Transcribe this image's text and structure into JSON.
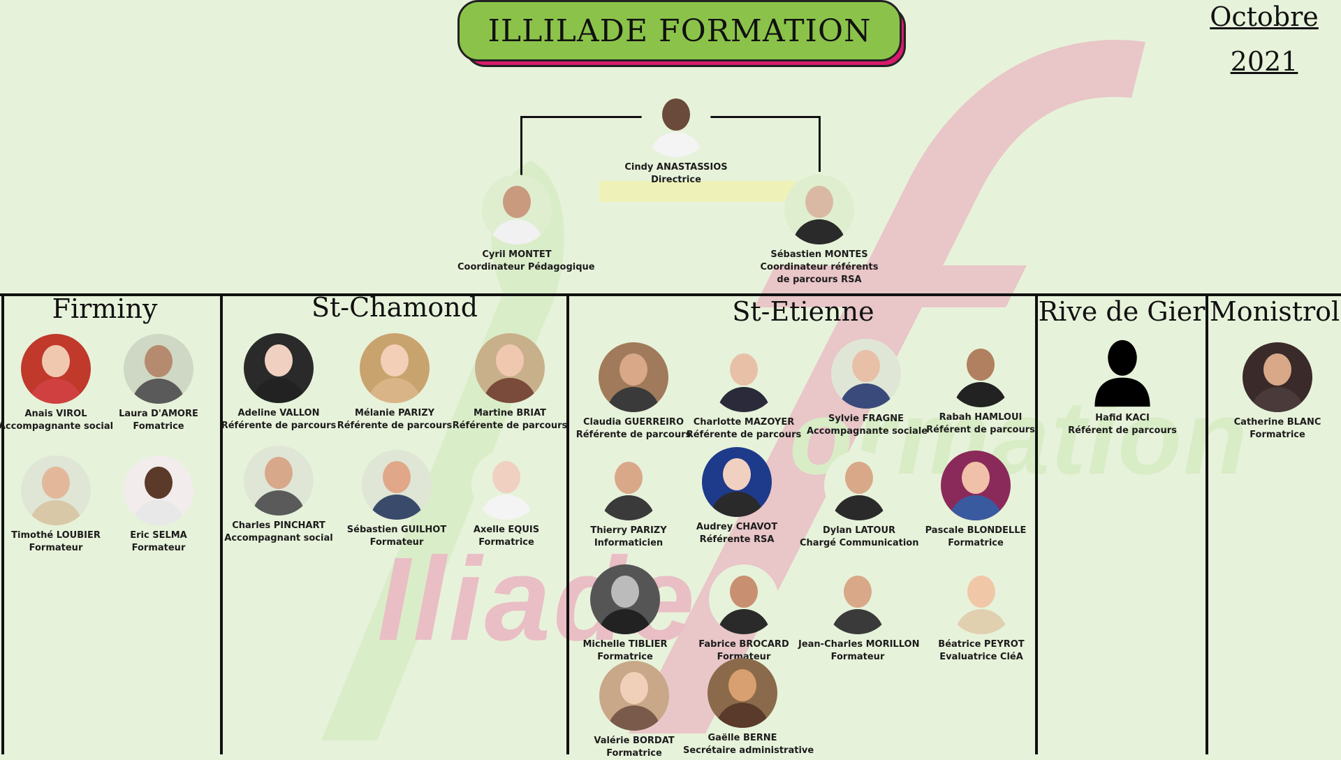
{
  "title": "ILLILADE FORMATION",
  "date": {
    "month": "Octobre",
    "year": "2021"
  },
  "watermark": {
    "text": "Iliade",
    "text2": "ormation"
  },
  "colors": {
    "background": "#e7f2da",
    "title_fill": "#8bc34a",
    "title_shadow": "#d81b6a",
    "watermark_pink": "#e9bec4",
    "watermark_green": "#d8ecc6"
  },
  "director": {
    "name": "Cindy ANASTASSIOS",
    "role": "Directrice"
  },
  "coordinators": [
    {
      "name": "Cyril MONTET",
      "role": "Coordinateur Pédagogique"
    },
    {
      "name": "Sébastien MONTES",
      "role": "Coordinateur référents",
      "role2": "de parcours RSA"
    }
  ],
  "offices": [
    {
      "name": "Firminy",
      "staff": [
        {
          "name": "Anais VIROL",
          "role": "Accompagnante social"
        },
        {
          "name": "Laura D'AMORE",
          "role": "Fomatrice"
        },
        {
          "name": "Timothé LOUBIER",
          "role": "Formateur"
        },
        {
          "name": "Eric SELMA",
          "role": "Formateur"
        }
      ]
    },
    {
      "name": "St-Chamond",
      "staff": [
        {
          "name": "Adeline VALLON",
          "role": "Référente de parcours"
        },
        {
          "name": "Mélanie PARIZY",
          "role": "Référente de parcours"
        },
        {
          "name": "Martine BRIAT",
          "role": "Référente de parcours"
        },
        {
          "name": "Charles PINCHART",
          "role": "Accompagnant social"
        },
        {
          "name": "Sébastien GUILHOT",
          "role": "Formateur"
        },
        {
          "name": "Axelle EQUIS",
          "role": "Formatrice"
        }
      ]
    },
    {
      "name": "St-Etienne",
      "staff": [
        {
          "name": "Claudia GUERREIRO",
          "role": "Référente de parcours"
        },
        {
          "name": "Charlotte MAZOYER",
          "role": "Référente de parcours"
        },
        {
          "name": "Sylvie FRAGNE",
          "role": "Accompagnante sociale"
        },
        {
          "name": "Rabah HAMLOUI",
          "role": "Référent de parcours"
        },
        {
          "name": "Thierry PARIZY",
          "role": "Informaticien"
        },
        {
          "name": "Audrey CHAVOT",
          "role": "Référente RSA"
        },
        {
          "name": "Dylan LATOUR",
          "role": "Chargé Communication"
        },
        {
          "name": "Pascale BLONDELLE",
          "role": "Formatrice"
        },
        {
          "name": "Michelle TIBLIER",
          "role": "Formatrice"
        },
        {
          "name": "Fabrice BROCARD",
          "role": "Formateur"
        },
        {
          "name": "Jean-Charles MORILLON",
          "role": "Formateur"
        },
        {
          "name": "Béatrice PEYROT",
          "role": "Evaluatrice CléA"
        },
        {
          "name": "Valérie BORDAT",
          "role": "Formatrice"
        },
        {
          "name": "Gaëlle BERNE",
          "role": "Secrétaire administrative"
        }
      ]
    },
    {
      "name": "Rive de Gier",
      "staff": [
        {
          "name": "Hafid KACI",
          "role": "Référent de parcours"
        }
      ]
    },
    {
      "name": "Monistrol",
      "staff": [
        {
          "name": "Catherine BLANC",
          "role": "Formatrice"
        }
      ]
    }
  ]
}
